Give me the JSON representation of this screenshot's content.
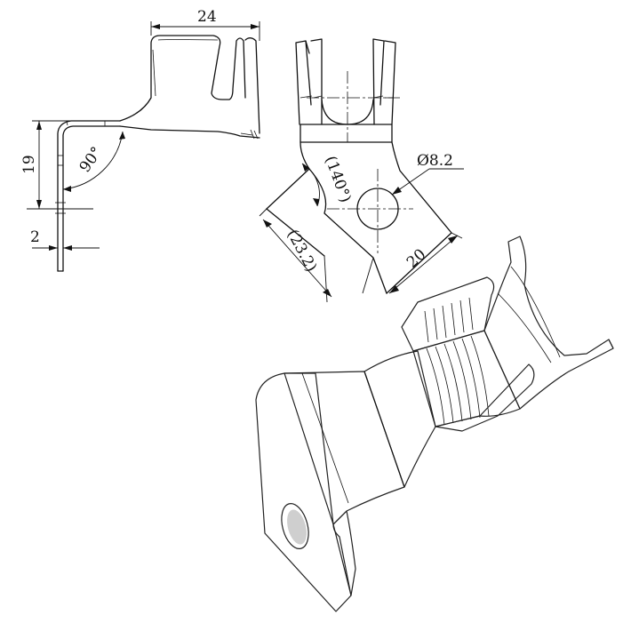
{
  "dimensions": {
    "width_24": "24",
    "height_19": "19",
    "angle_90": "90°",
    "thickness_2": "2",
    "angle_140": "(140°)",
    "length_23_2": "(23.2)",
    "width_20": "20",
    "hole_diameter": "Ø8.2"
  },
  "colors": {
    "line": "#111111",
    "background": "#ffffff",
    "shade_dark": "#8a8a8a",
    "shade_light": "#f4f4f4"
  }
}
